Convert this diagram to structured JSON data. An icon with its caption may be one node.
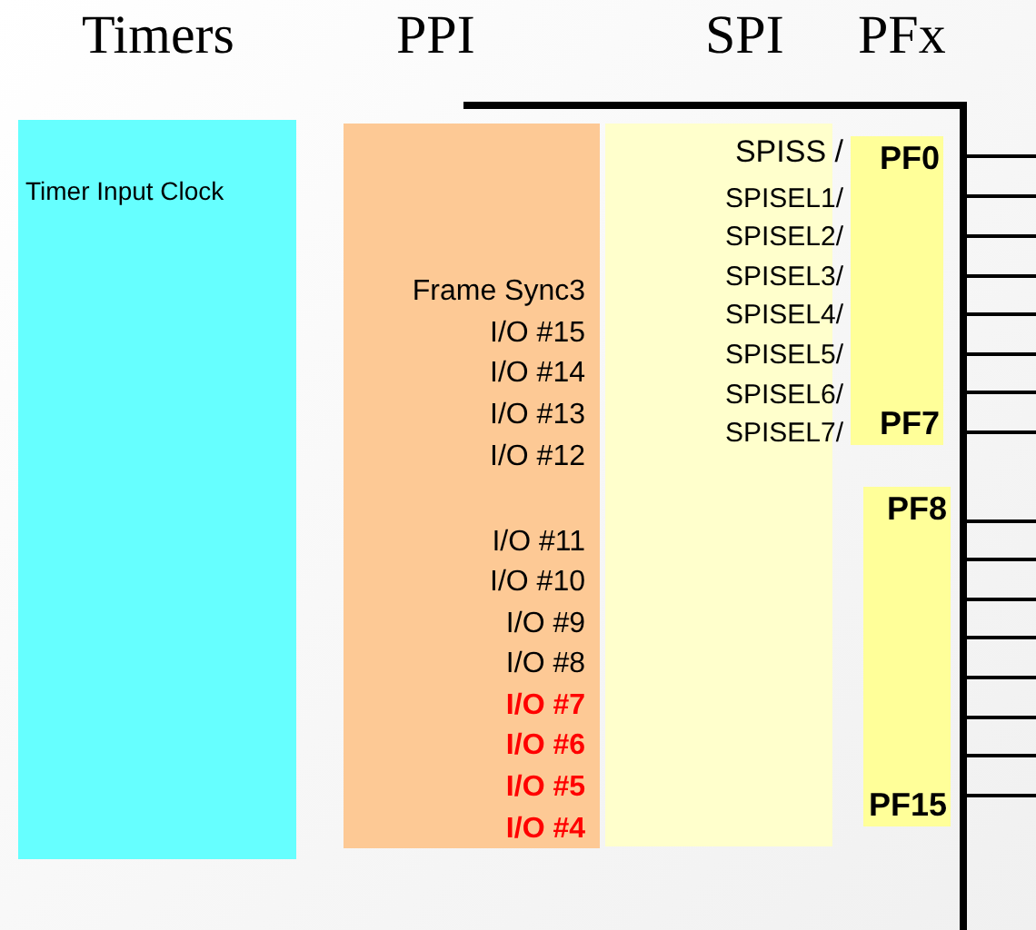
{
  "diagram": {
    "nodes": [
      {
        "text": [
          "Timers",
          "Timer Input Clock"
        ]
      },
      {
        "text": [
          "PPI",
          "Frame Sync3",
          "I/O #15",
          "I/O #14",
          "I/O #13",
          "I/O #12",
          "I/O #11",
          "I/O #10",
          "I/O #9",
          "I/O #8",
          "**I/O #7**",
          "**I/O #6**",
          "**I/O #5**",
          "**I/O #4**"
        ]
      },
      {
        "text": [
          "SPI",
          "SPISS /",
          "SPISEL1/",
          "SPISEL2/",
          "SPISEL3/",
          "SPISEL4/",
          "SPISEL5/",
          "SPISEL6/",
          "SPISEL7/"
        ]
      },
      {
        "text": [
          "PF0",
          "PF7"
        ]
      },
      {
        "text": [
          "PF8",
          "PF15"
        ]
      }
    ],
    "labels": [
      "PFx"
    ]
  }
}
